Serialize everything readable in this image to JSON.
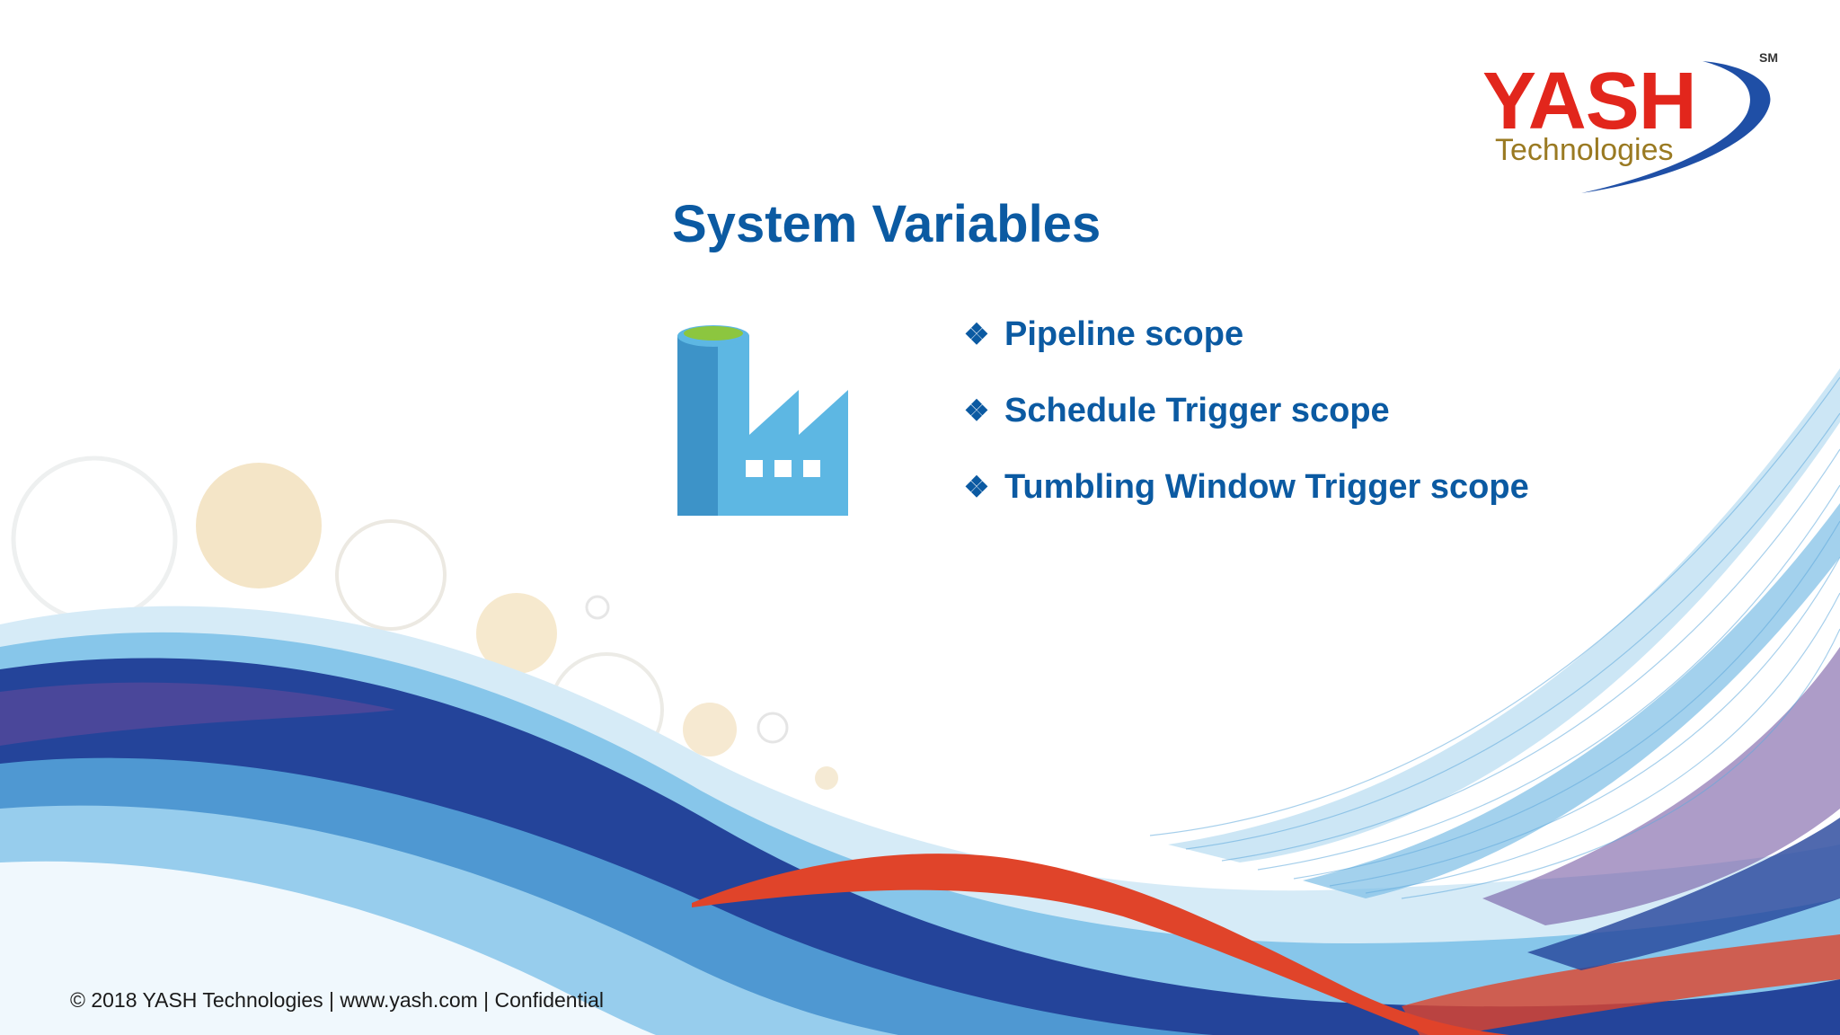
{
  "colors": {
    "title": "#0b5aa2",
    "bullet": "#0b5aa2",
    "logo_red": "#e2261c",
    "logo_brown": "#9a7a22",
    "logo_blue": "#1f4fa6",
    "icon_dark": "#3d93c8",
    "icon_light": "#5db7e3",
    "icon_top": "#8cc63f",
    "wave_dark": "#24449a",
    "wave_light": "#79c0e8",
    "wave_red": "#e0442a",
    "wave_purple": "#6a4a9a",
    "circle_tan": "#f0dcb4"
  },
  "logo": {
    "word": "YASH",
    "sub": "Technologies",
    "mark": "SM"
  },
  "slide": {
    "title": "System Variables",
    "icon": "factory-icon",
    "bullet_icon": "❖",
    "bullets": [
      "Pipeline scope",
      "Schedule Trigger scope",
      "Tumbling Window Trigger scope"
    ]
  },
  "footer": {
    "text": "© 2018  YASH Technologies | www.yash.com | Confidential"
  }
}
